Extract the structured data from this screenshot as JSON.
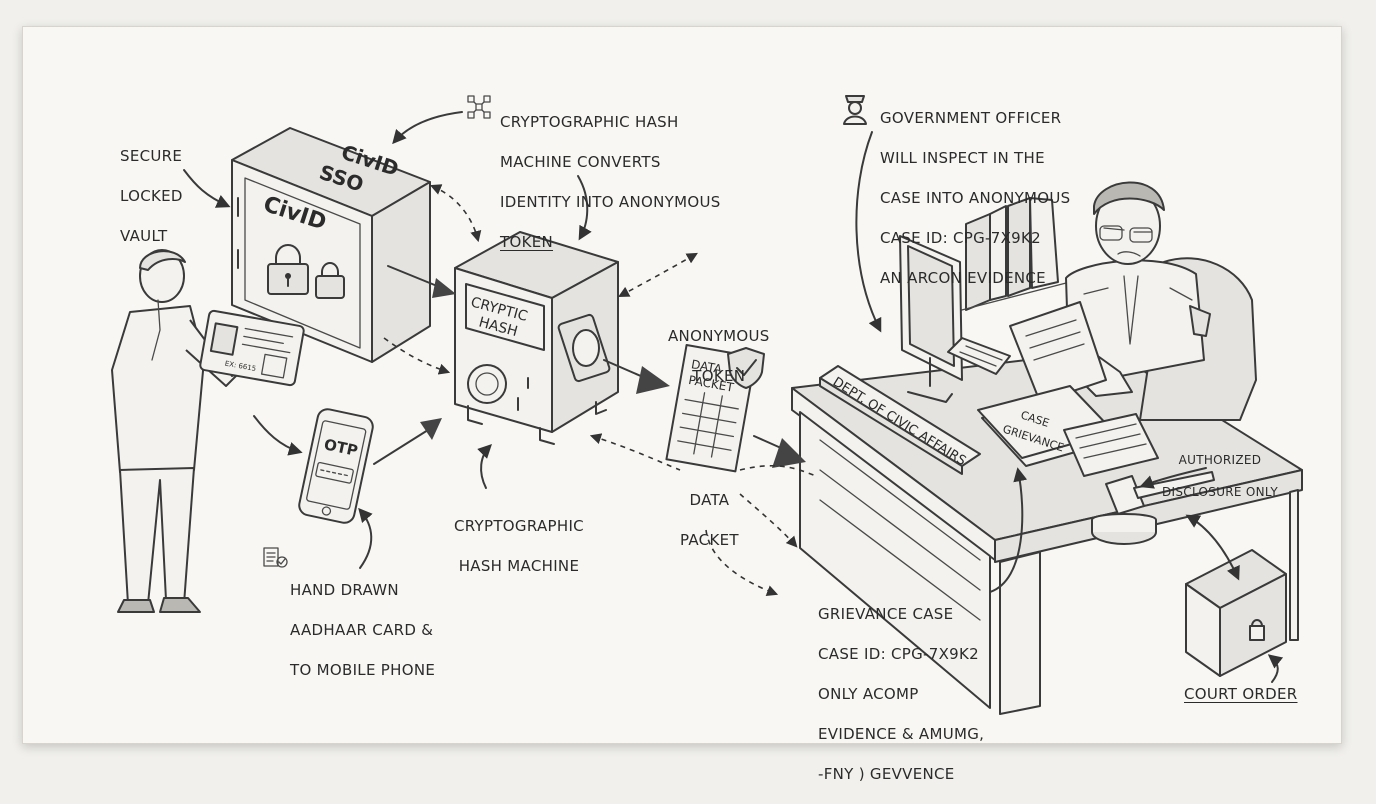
{
  "labels": {
    "vault_caption": [
      "SECURE",
      "LOCKED",
      "VAULT"
    ],
    "vault_top": [
      "CivID",
      "SSO"
    ],
    "vault_front": "CivID",
    "hash_caption_top": [
      "CRYPTOGRAPHIC HASH",
      "MACHINE CONVERTS",
      "IDENTITY INTO ANONYMOUS",
      "TOKEN"
    ],
    "hash_screen": [
      "CRYPTIC",
      "HASH"
    ],
    "hash_caption_bottom": [
      "CRYPTOGRAPHIC",
      "HASH MACHINE"
    ],
    "phone_screen": "OTP",
    "aadhaar_card": "EX: 6615",
    "phone_caption": [
      "HAND DRAWN",
      "AADHAAR CARD &",
      "TO MOBILE PHONE"
    ],
    "token_caption": [
      "ANONYMOUS",
      "TOKEN"
    ],
    "packet_doc": [
      "DATA",
      "PACKET"
    ],
    "packet_caption": [
      "DATA",
      "PACKET"
    ],
    "officer_caption": [
      "GOVERNMENT OFFICER",
      "WILL INSPECT IN THE",
      "CASE INTO ANONYMOUS",
      "CASE ID: CPG-7X9K2",
      "AN ARCON EVIDENCE"
    ],
    "desk_plate": "DEPT. OF CIVIC AFFAIRS",
    "grievance_doc": [
      "GRIEVANCE",
      "CASE"
    ],
    "disclosure_caption": [
      "AUTHORIZED",
      "DISCLOSURE ONLY"
    ],
    "case_caption": [
      "GRIEVANCE CASE",
      "CASE ID: CPG-7X9K2",
      "ONLY ACOMP",
      "EVIDENCE & AMUMG,",
      "-FNY ) GEVVENCE"
    ],
    "court_caption": "COURT ORDER"
  },
  "icons": [
    "network-icon",
    "officer-icon",
    "checklist-icon",
    "shield-check-icon",
    "padlock-icon"
  ],
  "colors": {
    "ink": "#2b2b2b",
    "paper": "#f8f7f3",
    "shade": "#e4e3df"
  }
}
